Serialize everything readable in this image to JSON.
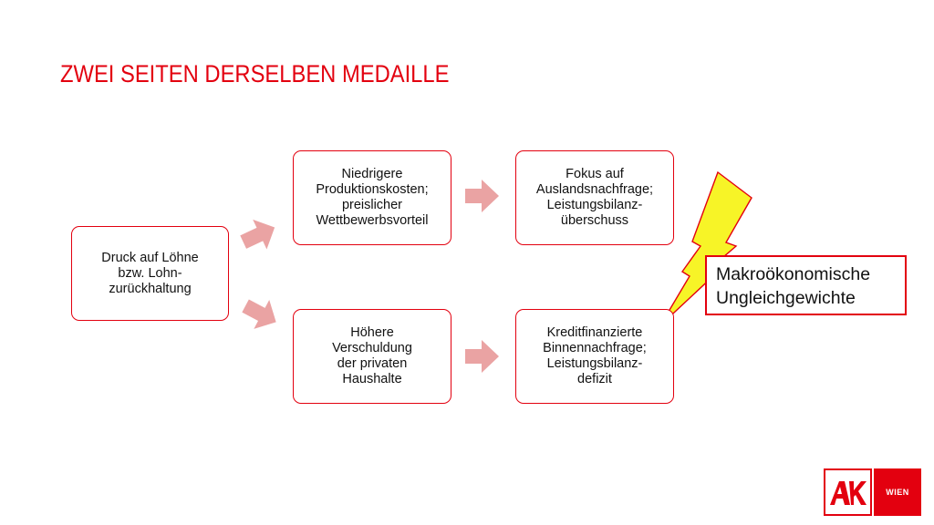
{
  "title": "ZWEI SEITEN DERSELBEN MEDAILLE",
  "boxes": {
    "lohn": "Druck auf Löhne\nbzw. Lohn-\nzurückhaltung",
    "niedrigere": "Niedrigere\nProduktionskosten;\npreislicher\nWettbewerbsvorteil",
    "hoehere": "Höhere\nVerschuldung\nder privaten\nHaushalte",
    "fokus": "Fokus auf\nAuslandsnachfrage;\nLeistungsbilanz-\nüberschuss",
    "kredit": "Kreditfinanzierte\nBinnennachfrage;\nLeistungsbilanz-\ndefizit"
  },
  "callout": "Makroökonomische\nUngleichgewichte",
  "logo": {
    "left_text": "AK",
    "right_text": "WIEN"
  },
  "colors": {
    "accent": "#e3000f",
    "arrow": "#eaa3a3",
    "lightning_fill": "#f7f427"
  }
}
